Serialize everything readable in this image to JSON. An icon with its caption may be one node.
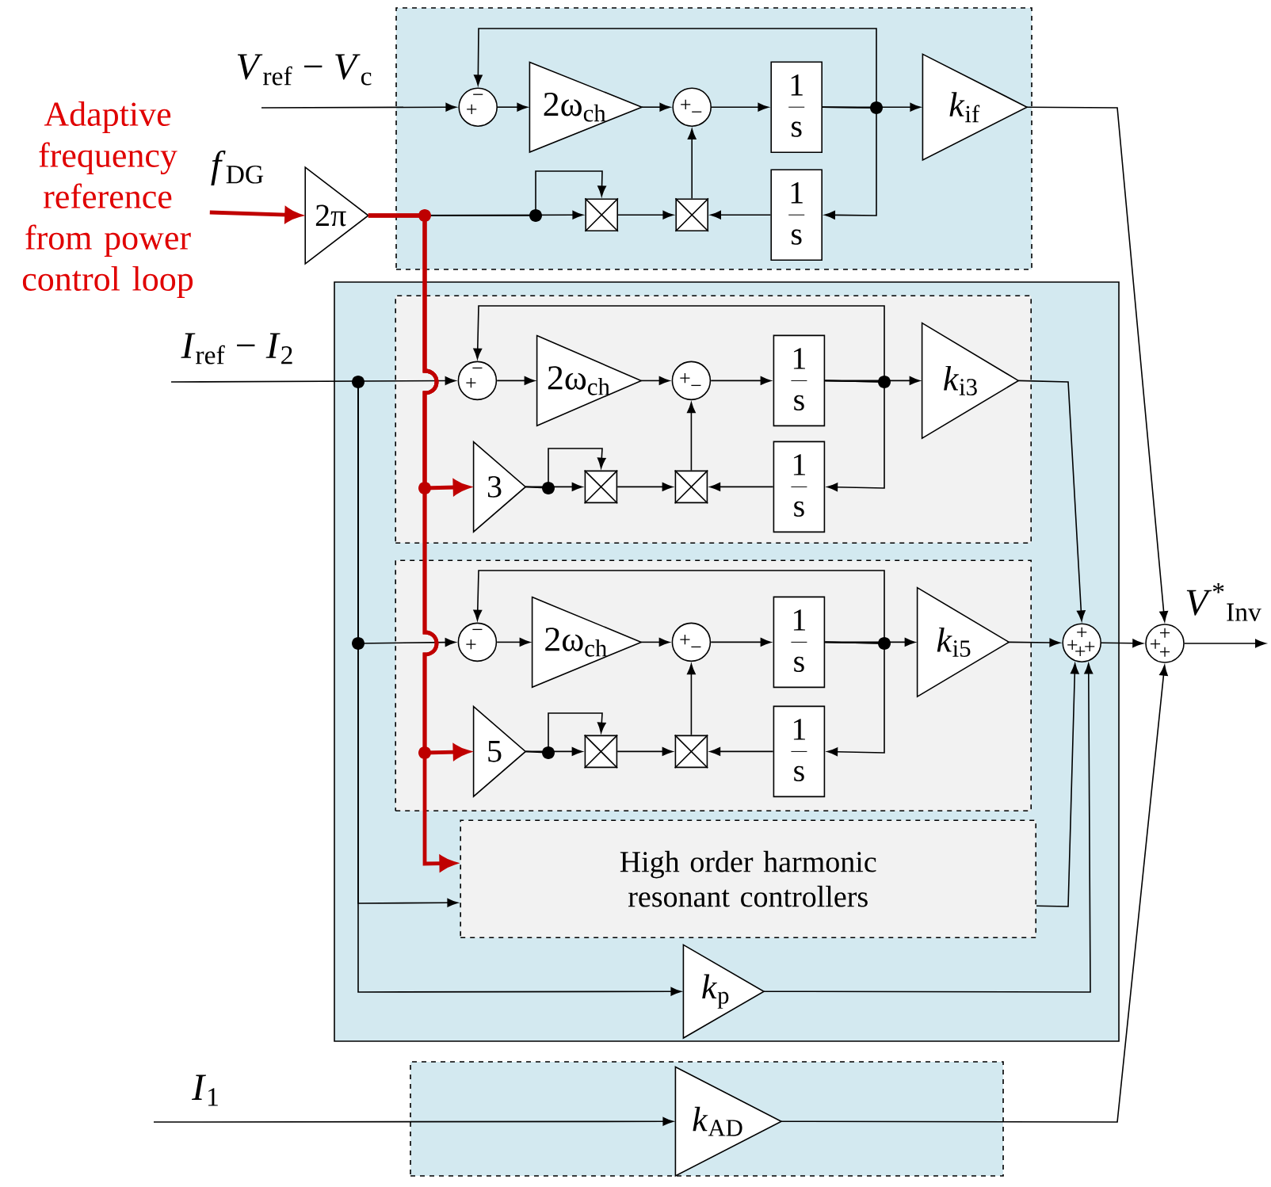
{
  "diagram": {
    "nodes": [
      {
        "text": [
          "Adaptive frequency reference from power control loop"
        ]
      },
      {
        "text": [
          "2π"
        ]
      },
      {
        "text": [],
        "shape": "box"
      },
      {
        "text": [
          "−",
          "+"
        ],
        "in": 2
      },
      {
        "text": [
          "2ω$_{ch}$"
        ],
        "in": 2
      },
      {
        "text": [
          "+",
          "−"
        ],
        "in": 2
      },
      {
        "text": [
          "1",
          "s"
        ],
        "in": 2
      },
      {
        "text": [
          "*k*$_{if}$"
        ],
        "in": 2
      },
      {
        "text": [],
        "shape": "box",
        "in": 2
      },
      {
        "text": [],
        "shape": "box",
        "in": 2
      },
      {
        "text": [
          "1",
          "s"
        ],
        "in": 2
      },
      {
        "text": [],
        "shape": "box"
      },
      {
        "text": [],
        "shape": "box",
        "in": 11
      },
      {
        "text": [
          "−",
          "+"
        ],
        "in": 12
      },
      {
        "text": [
          "2ω$_{ch}$"
        ],
        "in": 12
      },
      {
        "text": [
          "+",
          "−"
        ],
        "in": 12
      },
      {
        "text": [
          "1",
          "s"
        ],
        "in": 12
      },
      {
        "text": [
          "*k*$_{i3}$"
        ],
        "in": 12
      },
      {
        "text": [
          "3"
        ],
        "in": 12
      },
      {
        "text": [],
        "shape": "box",
        "in": 12
      },
      {
        "text": [],
        "shape": "box",
        "in": 12
      },
      {
        "text": [
          "1",
          "s"
        ],
        "in": 12
      },
      {
        "text": [],
        "shape": "box",
        "in": 11
      },
      {
        "text": [
          "−",
          "+"
        ],
        "in": 22
      },
      {
        "text": [
          "2ω$_{ch}$"
        ],
        "in": 22
      },
      {
        "text": [
          "+",
          "−"
        ],
        "in": 22
      },
      {
        "text": [
          "1",
          "s"
        ],
        "in": 22
      },
      {
        "text": [
          "*k*$_{i5}$"
        ],
        "in": 22
      },
      {
        "text": [
          "5"
        ],
        "in": 22
      },
      {
        "text": [],
        "shape": "box",
        "in": 22
      },
      {
        "text": [],
        "shape": "box",
        "in": 22
      },
      {
        "text": [
          "1",
          "s"
        ],
        "in": 22
      },
      {
        "text": [
          "High order harmonic resonant controllers"
        ],
        "in": 11
      },
      {
        "text": [
          "*k*$_{p}$"
        ],
        "in": 11
      },
      {
        "text": [
          "+",
          "+",
          "+",
          "+"
        ],
        "in": 11
      },
      {
        "text": [
          "+",
          "+",
          "+"
        ]
      },
      {
        "text": [],
        "shape": "box"
      },
      {
        "text": [
          "*k*$_{AD}$"
        ],
        "in": 36
      }
    ],
    "edges": [
      {
        "from": 0,
        "to": 1,
        "arrow": "to",
        "label": "*f*$_{DG}$",
        "style": "thick",
        "color": "#c00000"
      },
      {
        "from": null,
        "to": 3,
        "arrow": "to",
        "label": "*V*$_{ref}$ − *V*$_{c}$"
      },
      {
        "from": 3,
        "to": 4,
        "arrow": "to"
      },
      {
        "from": 4,
        "to": 5,
        "arrow": "to"
      },
      {
        "from": 5,
        "to": 6,
        "arrow": "to"
      },
      {
        "from": 6,
        "to": 7,
        "arrow": "to"
      },
      {
        "from": 6,
        "to": 10,
        "arrow": "to"
      },
      {
        "from": 6,
        "to": 3,
        "arrow": "to"
      },
      {
        "from": 10,
        "to": 9,
        "arrow": "to"
      },
      {
        "from": 9,
        "to": 5,
        "arrow": "to"
      },
      {
        "from": 8,
        "to": 9,
        "arrow": "to"
      },
      {
        "from": 1,
        "to": 8,
        "arrow": "to"
      },
      {
        "from": 1,
        "to": 8,
        "arrow": "to"
      },
      {
        "from": null,
        "to": 13,
        "arrow": "to",
        "label": "*I*$_{ref}$ − *I*$_{2}$"
      },
      {
        "from": null,
        "to": 23,
        "arrow": "to"
      },
      {
        "from": null,
        "to": 32,
        "arrow": "to"
      },
      {
        "from": null,
        "to": 33,
        "arrow": "to"
      },
      {
        "from": 1,
        "to": 18,
        "arrow": "to",
        "style": "thick",
        "color": "#c00000"
      },
      {
        "from": 1,
        "to": 28,
        "arrow": "to",
        "style": "thick",
        "color": "#c00000"
      },
      {
        "from": 1,
        "to": 32,
        "arrow": "to",
        "style": "thick",
        "color": "#c00000"
      },
      {
        "from": 13,
        "to": 14,
        "arrow": "to"
      },
      {
        "from": 14,
        "to": 15,
        "arrow": "to"
      },
      {
        "from": 15,
        "to": 16,
        "arrow": "to"
      },
      {
        "from": 16,
        "to": 17,
        "arrow": "to"
      },
      {
        "from": 16,
        "to": 21,
        "arrow": "to"
      },
      {
        "from": 16,
        "to": 13,
        "arrow": "to"
      },
      {
        "from": 21,
        "to": 20,
        "arrow": "to"
      },
      {
        "from": 20,
        "to": 15,
        "arrow": "to"
      },
      {
        "from": 19,
        "to": 20,
        "arrow": "to"
      },
      {
        "from": 18,
        "to": 19,
        "arrow": "to"
      },
      {
        "from": 18,
        "to": 19,
        "arrow": "to"
      },
      {
        "from": 23,
        "to": 24,
        "arrow": "to"
      },
      {
        "from": 24,
        "to": 25,
        "arrow": "to"
      },
      {
        "from": 25,
        "to": 26,
        "arrow": "to"
      },
      {
        "from": 26,
        "to": 27,
        "arrow": "to"
      },
      {
        "from": 26,
        "to": 31,
        "arrow": "to"
      },
      {
        "from": 26,
        "to": 23,
        "arrow": "to"
      },
      {
        "from": 31,
        "to": 30,
        "arrow": "to"
      },
      {
        "from": 30,
        "to": 25,
        "arrow": "to"
      },
      {
        "from": 29,
        "to": 30,
        "arrow": "to"
      },
      {
        "from": 28,
        "to": 29,
        "arrow": "to"
      },
      {
        "from": 28,
        "to": 29,
        "arrow": "to"
      },
      {
        "from": 17,
        "to": 34,
        "arrow": "to"
      },
      {
        "from": 27,
        "to": 34,
        "arrow": "to"
      },
      {
        "from": 32,
        "to": 34,
        "arrow": "to"
      },
      {
        "from": 33,
        "to": 34,
        "arrow": "to"
      },
      {
        "from": 34,
        "to": 35,
        "arrow": "to"
      },
      {
        "from": 7,
        "to": 35,
        "arrow": "to"
      },
      {
        "from": 37,
        "to": 35,
        "arrow": "to"
      },
      {
        "from": 35,
        "to": null,
        "arrow": "to",
        "label": "*V*$^{*}$$_{Inv}$"
      },
      {
        "from": null,
        "to": 37,
        "arrow": "to",
        "label": "*I*$_{1}$"
      }
    ]
  }
}
